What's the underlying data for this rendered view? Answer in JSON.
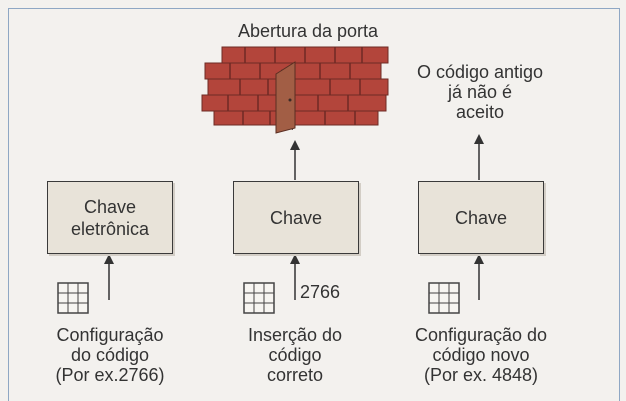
{
  "title": "Abertura da porta",
  "rejected_text": "O código antigo\njá não é\naceito",
  "boxes": [
    {
      "label": "Chave\neletrônica"
    },
    {
      "label": "Chave"
    },
    {
      "label": "Chave"
    }
  ],
  "captions": [
    "Configuração\ndo código\n(Por ex.2766)",
    "Inserção do\ncódigo\ncorreto",
    "Configuração do\ncódigo novo\n(Por ex. 4848)"
  ],
  "entered_code": "2766",
  "colors": {
    "brick": "#b3453b",
    "mortar": "#6e2a24",
    "door": "#a25e45",
    "box_fill": "#e8e3d9",
    "frame_border": "#8fa7c4"
  }
}
